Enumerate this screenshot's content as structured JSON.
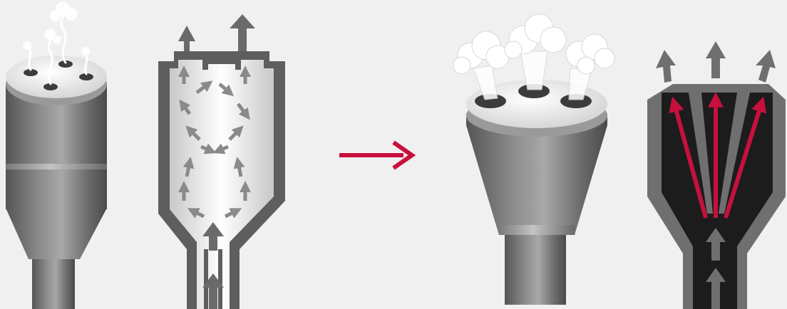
{
  "diagram": {
    "background": "#f0f0f0",
    "colors": {
      "metal_dark": "#5f5f5f",
      "metal_mid": "#8c8c8c",
      "metal_light": "#b4b4b4",
      "top_surface": "#ececec",
      "hole": "#3c3c3c",
      "flow_arrow": "#6a6a6a",
      "inner_arrow": "#8a8a8a",
      "accent": "#c8103d",
      "section_dark": "#1c1c1c",
      "section_gray": "#6f6f6f",
      "smoke": "#ffffff"
    },
    "left_group": {
      "nozzle": {
        "name": "conventional-nozzle",
        "holes": 4,
        "smoke_wisps": 4
      },
      "cross_section": {
        "name": "conventional-cross-section",
        "flow": "turbulent",
        "outlet_arrows": 2
      }
    },
    "transition_arrow": {
      "icon": "right-arrow-icon",
      "color": "#c8103d"
    },
    "right_group": {
      "nozzle": {
        "name": "optimized-nozzle",
        "holes": 3,
        "spray_plumes": 3
      },
      "cross_section": {
        "name": "optimized-cross-section",
        "flow": "directed",
        "outlet_arrows": 3,
        "channels": 3
      }
    }
  }
}
